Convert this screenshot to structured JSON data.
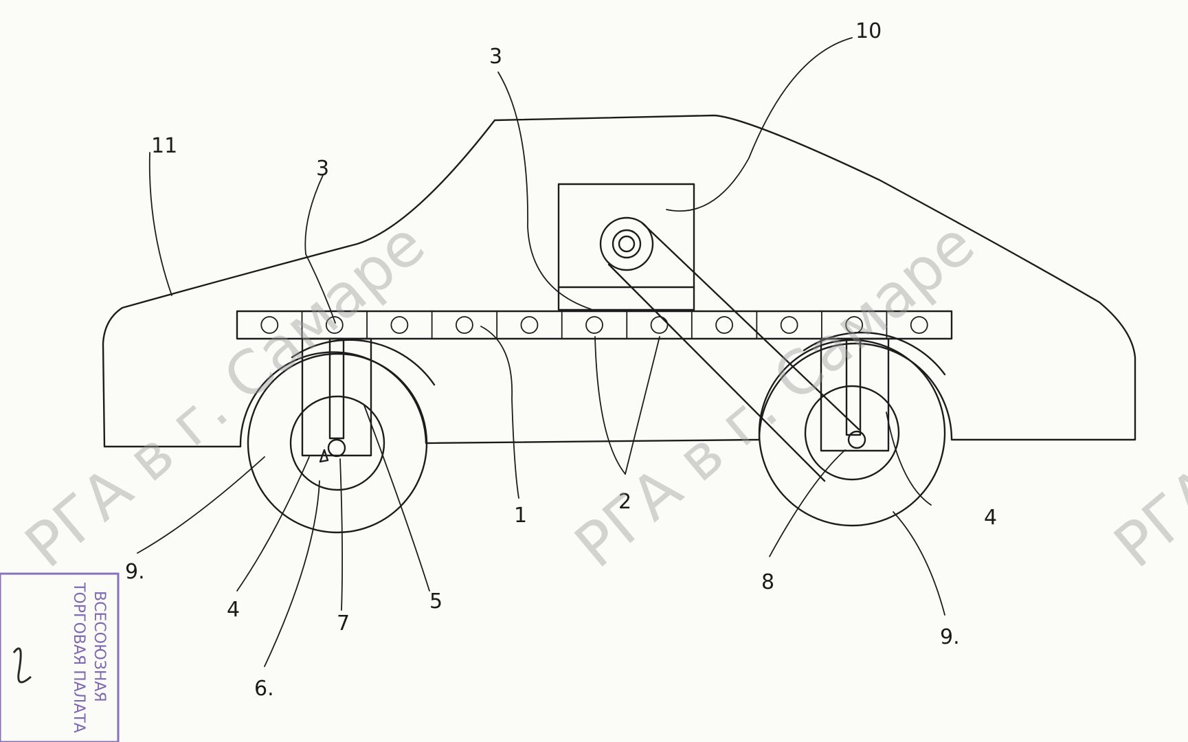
{
  "labels": {
    "l1": "1",
    "l2": "2",
    "l3_left": "3",
    "l3_right": "3",
    "l4_left": "4",
    "l4_right": "4",
    "l5": "5",
    "l6": "6.",
    "l7": "7",
    "l8": "8",
    "l9_left": "9.",
    "l9_right": "9.",
    "l10": "10",
    "l11": "11"
  },
  "watermark": {
    "text_1": "РГА в г. Самаре",
    "text_2": "РГА в г. Самаре",
    "text_3": "РГА в г. Самаре"
  },
  "stamp": {
    "line_1": "ВСЕСОЮЗНАЯ",
    "line_2": "ТОРГОВАЯ ПАЛАТА",
    "color": "#6a4fa8"
  }
}
